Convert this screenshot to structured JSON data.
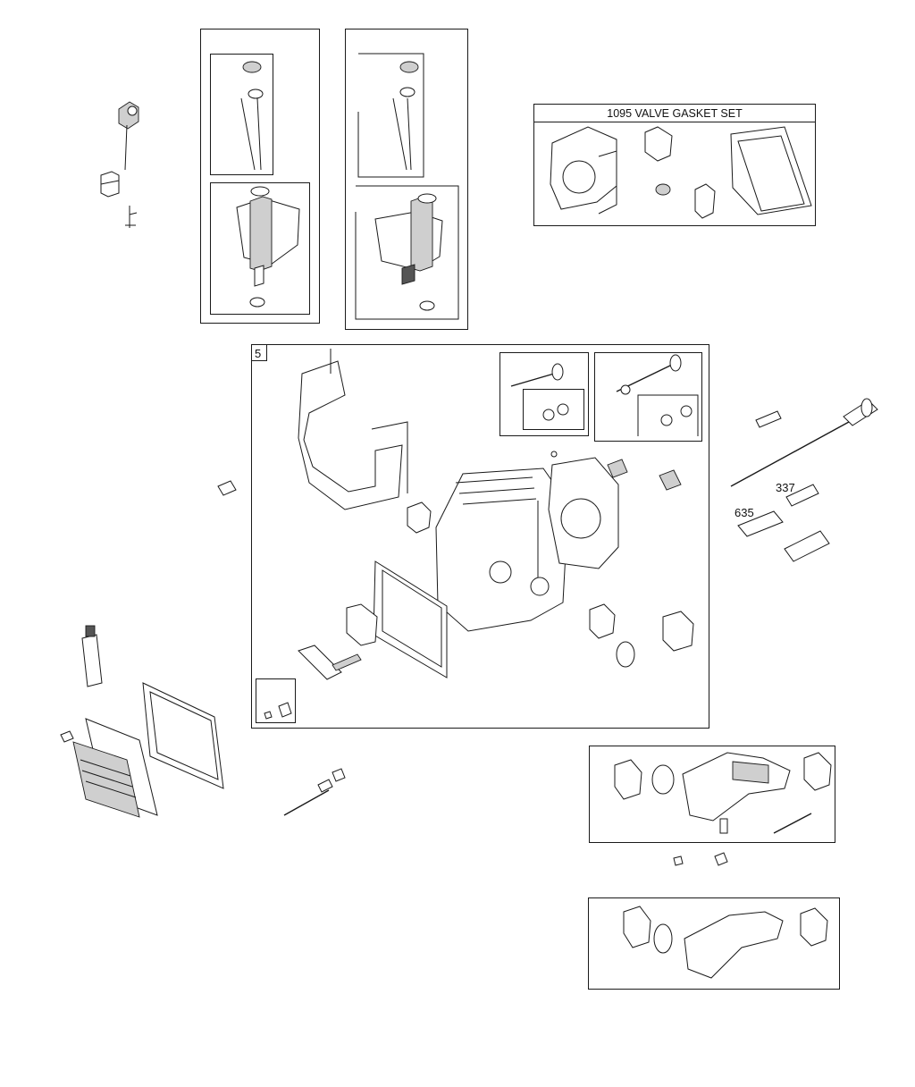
{
  "kit_title": "1095 VALVE GASKET SET",
  "callouts": {
    "cylinder_head_assembly": "5",
    "push_rod_guide": "337",
    "tappet": "635"
  }
}
